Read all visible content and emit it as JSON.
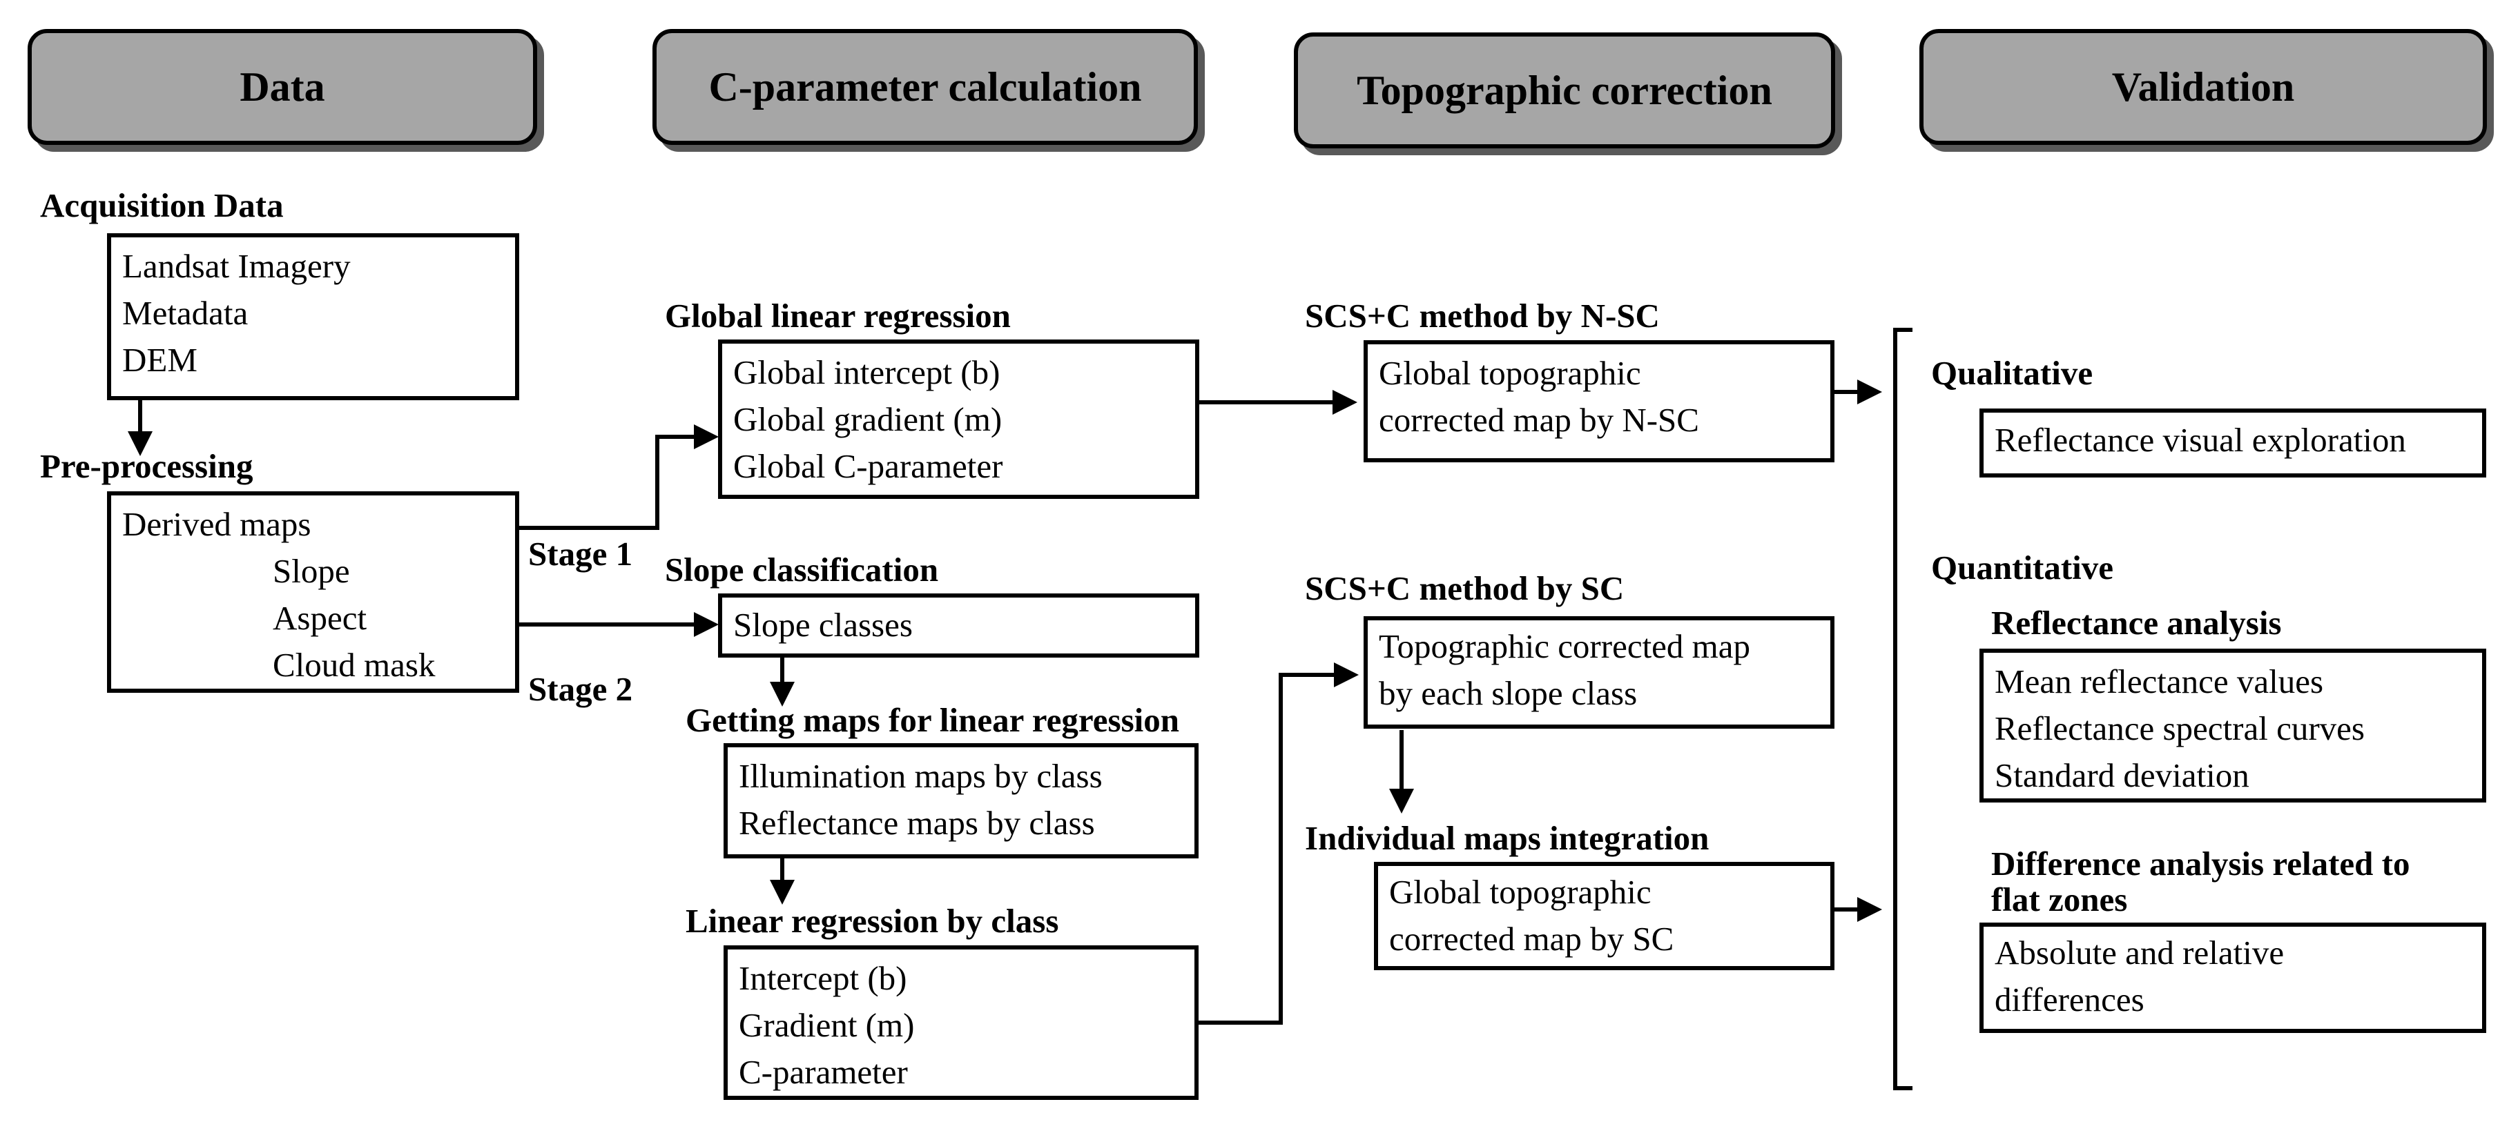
{
  "headers": {
    "data": "Data",
    "cparam": "C-parameter calculation",
    "topo": "Topographic correction",
    "validation": "Validation"
  },
  "data_column": {
    "acquisition_title": "Acquisition Data",
    "acquisition_items": [
      "Landsat Imagery",
      "Metadata",
      "DEM"
    ],
    "preprocessing_title": "Pre-processing",
    "derived_maps": "Derived maps",
    "derived_items": [
      "Slope",
      "Aspect",
      "Cloud mask"
    ],
    "stage1": "Stage 1",
    "stage2": "Stage 2"
  },
  "cparam_column": {
    "global_title": "Global linear regression",
    "global_items": [
      "Global intercept (b)",
      "Global gradient (m)",
      "Global C-parameter"
    ],
    "slope_title": "Slope classification",
    "slope_items": [
      "Slope classes"
    ],
    "getting_title": "Getting maps for linear regression",
    "getting_items": [
      "Illumination maps by class",
      "Reflectance maps by class"
    ],
    "linear_title": "Linear regression by class",
    "linear_items": [
      "Intercept (b)",
      "Gradient (m)",
      "C-parameter"
    ]
  },
  "topo_column": {
    "nsc_title": "SCS+C method by N-SC",
    "nsc_items": [
      "Global topographic",
      "corrected map by N-SC"
    ],
    "sc_title": "SCS+C method by SC",
    "sc_items": [
      "Topographic corrected map",
      "by each slope class"
    ],
    "integration_title": "Individual maps integration",
    "integration_items": [
      "Global topographic",
      "corrected map by SC"
    ]
  },
  "validation_column": {
    "qualitative_title": "Qualitative",
    "qualitative_items": [
      "Reflectance visual exploration"
    ],
    "quantitative_title": "Quantitative",
    "reflectance_title": "Reflectance analysis",
    "reflectance_items": [
      "Mean reflectance values",
      "Reflectance spectral curves",
      "Standard deviation"
    ],
    "difference_title_1": "Difference analysis related to",
    "difference_title_2": "flat zones",
    "difference_items": [
      "Absolute and relative",
      "differences"
    ]
  },
  "colors": {
    "header_fill": "#a6a6a6",
    "header_shadow": "#595959",
    "line": "#000000",
    "background": "#ffffff"
  }
}
